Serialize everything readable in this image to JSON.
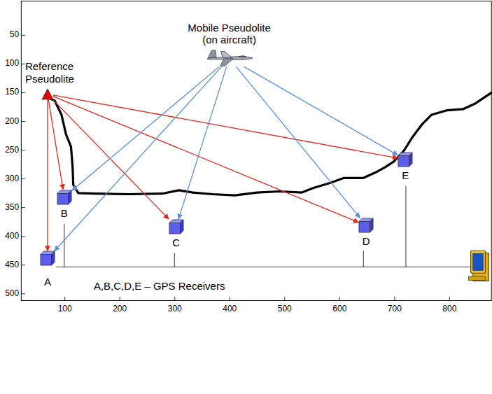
{
  "diagram": {
    "nodes": [
      {
        "text": [
          "Mobile Pseudolite (on aircraft)"
        ]
      },
      {
        "text": [
          "Reference Pseudolite"
        ]
      },
      {
        "text": [
          "A"
        ]
      },
      {
        "text": [
          "B"
        ]
      },
      {
        "text": [
          "C"
        ]
      },
      {
        "text": [
          "D"
        ]
      },
      {
        "text": [
          "E"
        ]
      }
    ],
    "edges": [
      {
        "from": 1,
        "to": 2,
        "arrow": "to"
      },
      {
        "from": 1,
        "to": 3,
        "arrow": "to"
      },
      {
        "from": 1,
        "to": 4,
        "arrow": "to"
      },
      {
        "from": 1,
        "to": 5,
        "arrow": "to"
      },
      {
        "from": 1,
        "to": 6,
        "arrow": "to"
      },
      {
        "from": 0,
        "to": 2,
        "arrow": "to"
      },
      {
        "from": 0,
        "to": 3,
        "arrow": "to"
      },
      {
        "from": 0,
        "to": 4,
        "arrow": "to"
      },
      {
        "from": 0,
        "to": 5,
        "arrow": "to"
      },
      {
        "from": 0,
        "to": 6,
        "arrow": "to"
      }
    ],
    "labels": [
      "50",
      "100",
      "150",
      "200",
      "250",
      "300",
      "350",
      "400",
      "450",
      "500",
      "100",
      "200",
      "300",
      "400",
      "500",
      "600",
      "700",
      "800",
      "A,B,C,D,E – GPS Receivers"
    ]
  }
}
